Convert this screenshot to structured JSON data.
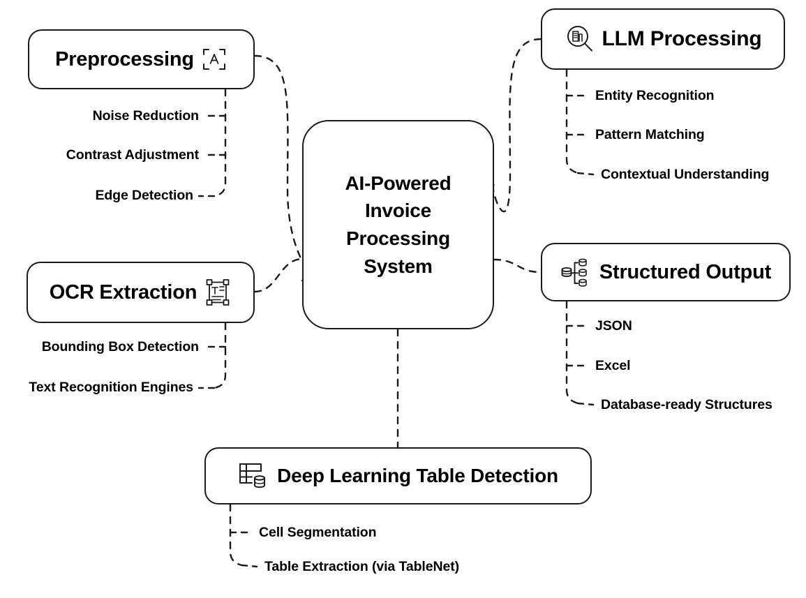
{
  "diagram": {
    "type": "mindmap",
    "title": "AI-Powered Invoice Processing System",
    "background": "#ffffff",
    "line_color": "#1a1a1a",
    "text_color": "#000000"
  },
  "center": {
    "label": "AI-Powered\nInvoice\nProcessing\nSystem",
    "lines": [
      "AI-Powered",
      "Invoice",
      "Processing",
      "System"
    ]
  },
  "branches": [
    {
      "id": "preprocessing",
      "label": "Preprocessing",
      "icon": "text-scan-icon",
      "icon_side": "right",
      "position": "top-left",
      "children": [
        {
          "label": "Noise Reduction"
        },
        {
          "label": "Contrast Adjustment"
        },
        {
          "label": "Edge Detection"
        }
      ]
    },
    {
      "id": "ocr",
      "label": "OCR Extraction",
      "icon": "text-selection-icon",
      "icon_side": "right",
      "position": "mid-left",
      "children": [
        {
          "label": "Bounding Box Detection"
        },
        {
          "label": "Text Recognition Engines"
        }
      ]
    },
    {
      "id": "llm",
      "label": "LLM Processing",
      "icon": "magnifier-document-icon",
      "icon_side": "left",
      "position": "top-right",
      "children": [
        {
          "label": "Entity Recognition"
        },
        {
          "label": "Pattern Matching"
        },
        {
          "label": "Contextual Understanding"
        }
      ]
    },
    {
      "id": "structured",
      "label": "Structured Output",
      "icon": "database-branch-icon",
      "icon_side": "left",
      "position": "mid-right",
      "children": [
        {
          "label": "JSON"
        },
        {
          "label": "Excel"
        },
        {
          "label": "Database-ready Structures"
        }
      ]
    },
    {
      "id": "table",
      "label": "Deep Learning Table Detection",
      "icon": "table-database-icon",
      "icon_side": "left",
      "position": "bottom",
      "children": [
        {
          "label": "Cell Segmentation"
        },
        {
          "label": "Table Extraction (via TableNet)"
        }
      ]
    }
  ]
}
